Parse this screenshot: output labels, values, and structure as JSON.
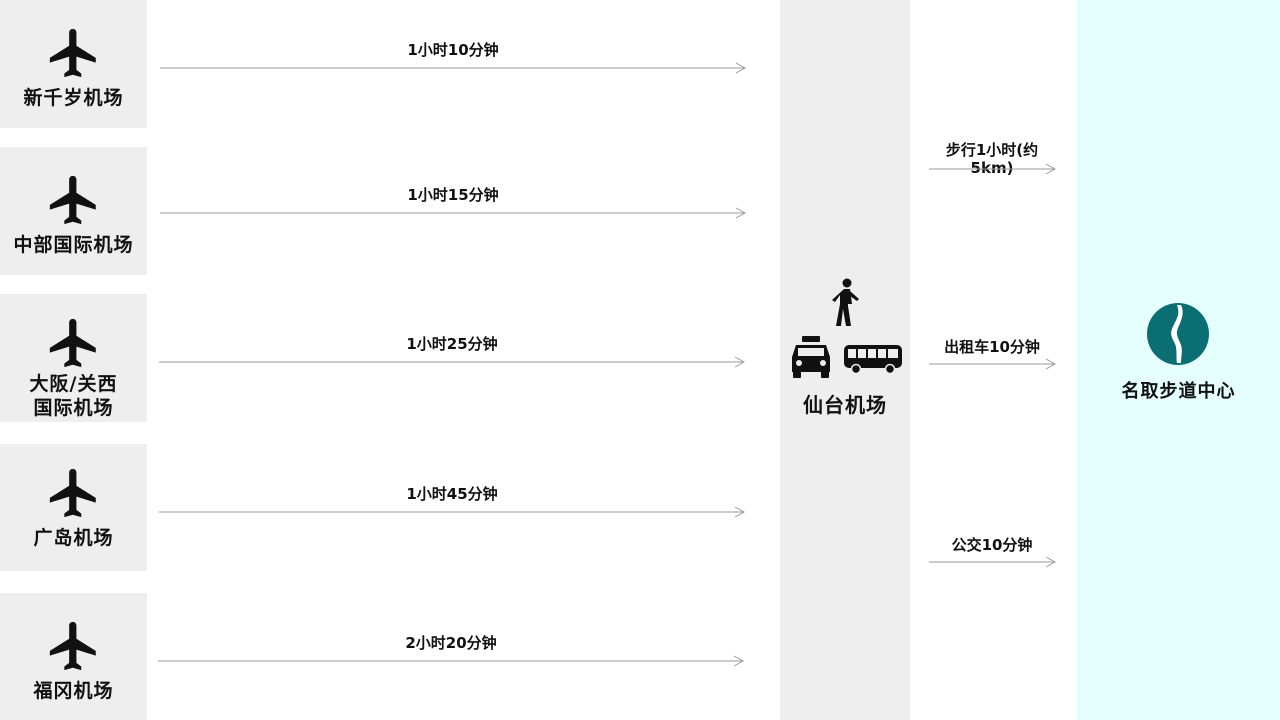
{
  "origins": [
    {
      "name": "新千岁机场",
      "icon": "airplane-icon"
    },
    {
      "name": "中部国际机场",
      "icon": "airplane-icon"
    },
    {
      "name_line1": "大阪/关西",
      "name_line2": "国际机场",
      "icon": "airplane-icon"
    },
    {
      "name": "广岛机场",
      "icon": "airplane-icon"
    },
    {
      "name": "福冈机场",
      "icon": "airplane-icon"
    }
  ],
  "flights": [
    {
      "duration": "1小时10分钟"
    },
    {
      "duration": "1小时15分钟"
    },
    {
      "duration": "1小时25分钟"
    },
    {
      "duration": "1小时45分钟"
    },
    {
      "duration": "2小时20分钟"
    }
  ],
  "hub": {
    "name": "仙台机场",
    "icons": [
      "walking-person-icon",
      "taxi-icon",
      "bus-icon"
    ]
  },
  "transfers": [
    {
      "mode": "步行1小时(约5km)"
    },
    {
      "mode": "出租车10分钟"
    },
    {
      "mode": "公交10分钟"
    }
  ],
  "destination": {
    "name": "名取步道中心",
    "icon": "trail-logo-icon",
    "logo_color": "#0b6e73"
  },
  "colors": {
    "panel_gray": "#eeeeee",
    "destination_bg": "#e5fefe",
    "arrow": "#9a9a9a"
  }
}
